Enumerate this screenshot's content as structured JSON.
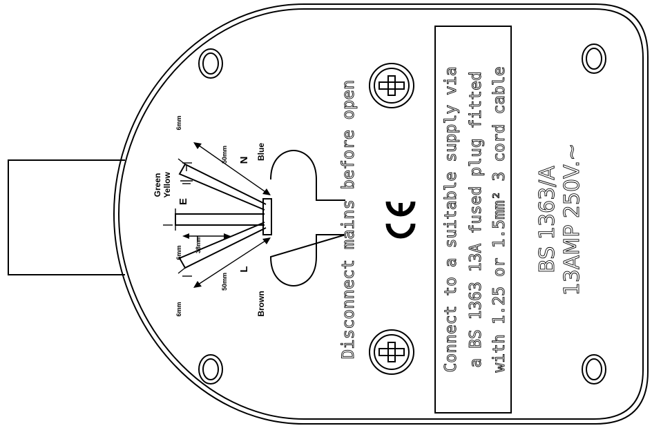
{
  "warning": "Disconnect mains before open",
  "instructions": [
    "Connect to a suitable supply via",
    "a BS 1363 13A fused plug fitted",
    "with 1.25 or 1.5mm² 3 cord cable"
  ],
  "rating": {
    "standard": "BS 1363/A",
    "line2": "13AMP 250V.~"
  },
  "mark": "CE",
  "wiring": {
    "live": {
      "terminal": "L",
      "colour": "Brown",
      "strip": "50mm",
      "end": "6mm"
    },
    "earth": {
      "terminal": "E",
      "colour_top": "Green",
      "colour_bottom": "Yellow",
      "strip": "38mm",
      "end": "6mm"
    },
    "neutral": {
      "terminal": "N",
      "colour": "Blue",
      "strip": "50mm",
      "end": "6mm"
    }
  },
  "icons": [
    "screw-icon",
    "mounting-hole-icon",
    "earth-symbol-icon",
    "ce-mark-icon"
  ]
}
